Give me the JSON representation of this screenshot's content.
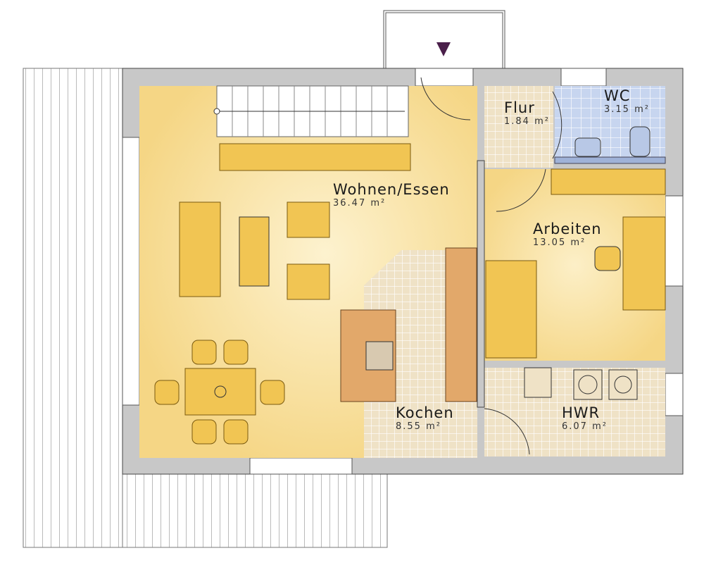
{
  "title": "Erdgeschoss Grundriss",
  "rooms": [
    {
      "name": "Wohnen/Essen",
      "area": "36.47 m²"
    },
    {
      "name": "Flur",
      "area": "1.84 m²"
    },
    {
      "name": "WC",
      "area": "3.15 m²"
    },
    {
      "name": "Arbeiten",
      "area": "13.05 m²"
    },
    {
      "name": "Kochen",
      "area": "8.55 m²"
    },
    {
      "name": "HWR",
      "area": "6.07 m²"
    }
  ],
  "colors": {
    "wall": "#c8c8c8",
    "living": "#f6dc8e",
    "tile": "#efe0c4",
    "wc": "#c9d6ee",
    "furniture": "#f0c24e",
    "entrance_marker": "#4a1f4a"
  }
}
